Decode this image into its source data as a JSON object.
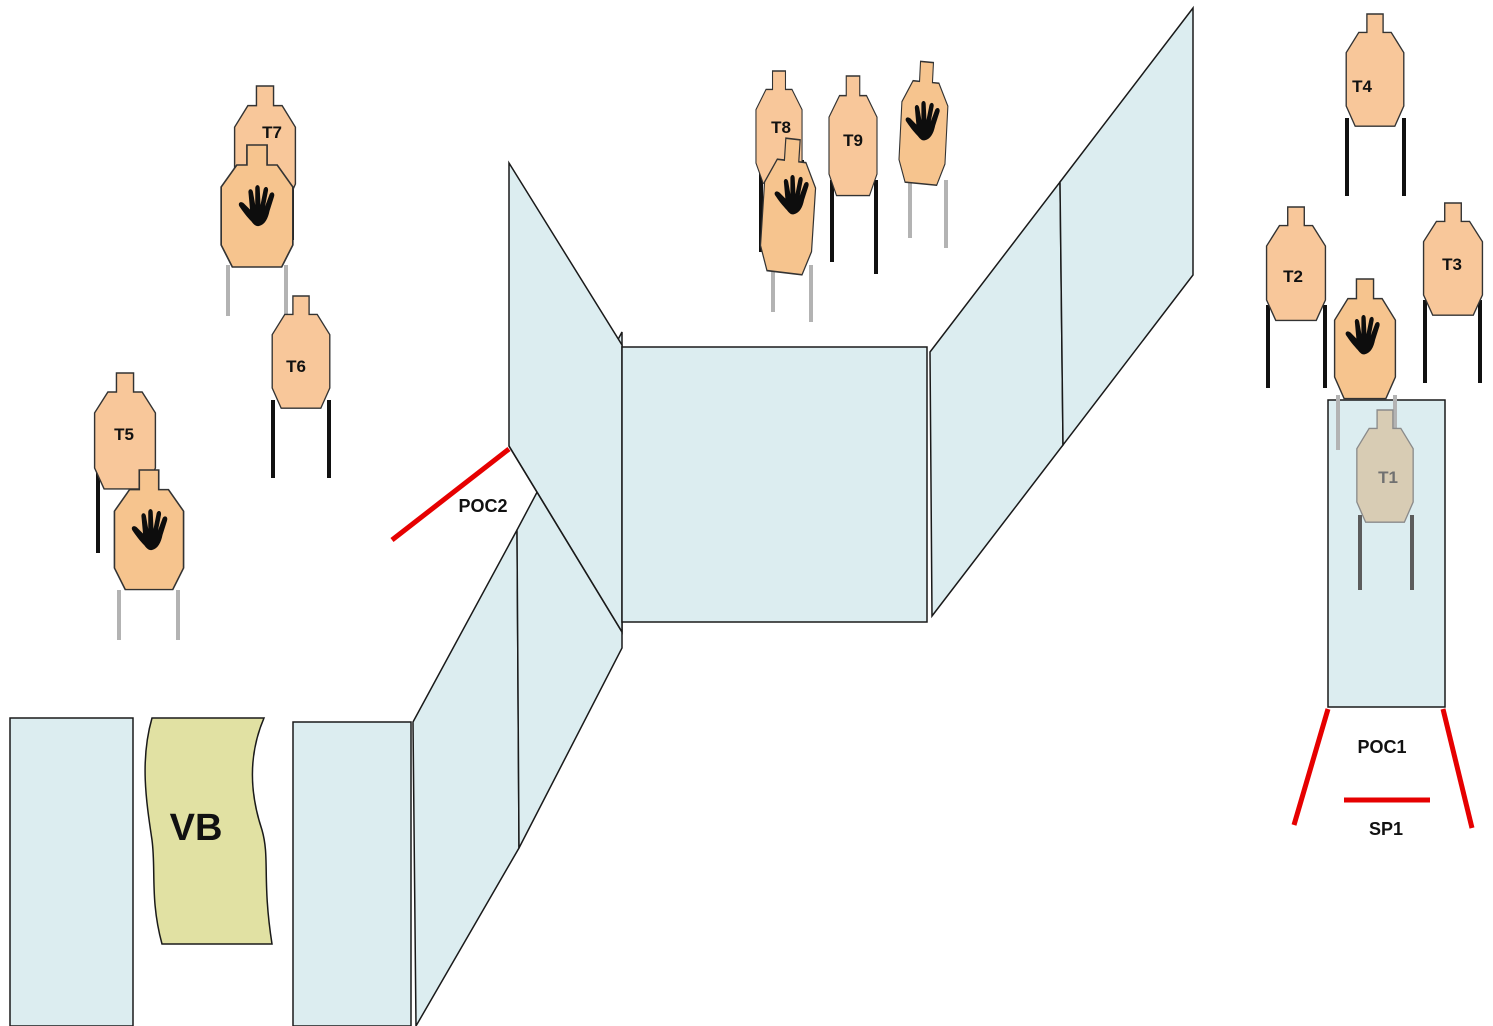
{
  "colors": {
    "wall_fill": "#dcedf0",
    "wall_stroke": "#1a1a1a",
    "shoot_target": "#f8c79a",
    "noshoot_target": "#f6c48e",
    "target_stroke": "#333333",
    "leg": "#111111",
    "noshoot_leg": "#b3b3b3",
    "t1_fill": "#d8ccb4",
    "t1_leg": "#5c5c5c",
    "barrel_fill": "#e1e1a3",
    "fault_line": "#e60000",
    "label": "#111111",
    "t1_label": "#707070"
  },
  "targets": {
    "t1": "T1",
    "t2": "T2",
    "t3": "T3",
    "t4": "T4",
    "t5": "T5",
    "t6": "T6",
    "t7": "T7",
    "t8": "T8",
    "t9": "T9"
  },
  "no_shoot_icon": "hand-icon",
  "vision_barrier": "VB",
  "points": {
    "poc1": "POC1",
    "poc2": "POC2",
    "sp1": "SP1"
  }
}
